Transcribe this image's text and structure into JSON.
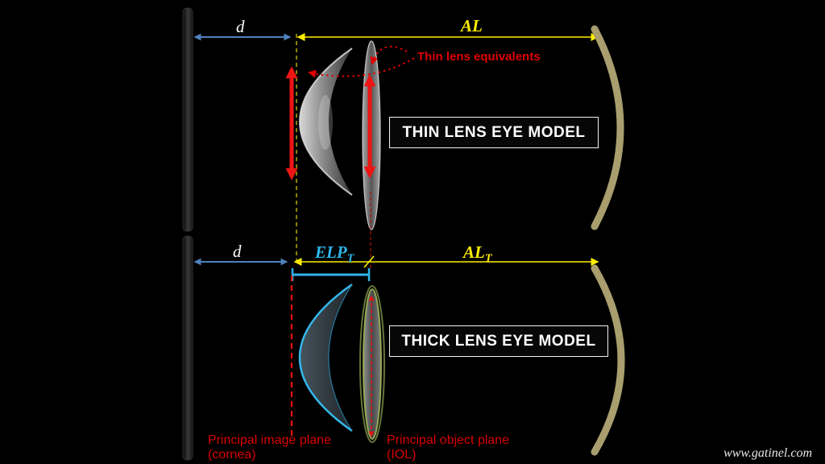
{
  "top_model": {
    "title": "THIN LENS EYE MODEL",
    "d_label": "d",
    "al_label": "AL",
    "annotation": "Thin lens equivalents"
  },
  "bottom_model": {
    "title": "THICK LENS EYE MODEL",
    "d_label": "d",
    "elp_label": "ELP",
    "elp_sub": "T",
    "al_label": "AL",
    "al_sub": "T",
    "principal_image_plane_line1": "Principal image plane",
    "principal_image_plane_line2": "(cornea)",
    "principal_object_plane_line1": "Principal object plane",
    "principal_object_plane_line2": "(IOL)"
  },
  "footer": {
    "website": "www.gatinel.com"
  },
  "colors": {
    "background": "#000000",
    "axial_length_yellow": "#ffee00",
    "distance_blue": "#4f81bd",
    "elp_cyan": "#2eb5ea",
    "equivalent_red": "#ee1515",
    "label_red": "#d90000",
    "retina_tan": "#a89e6e",
    "lens_gray": "#8a8a8a",
    "iol_green": "#8ea04c",
    "text_white": "#ffffff"
  }
}
